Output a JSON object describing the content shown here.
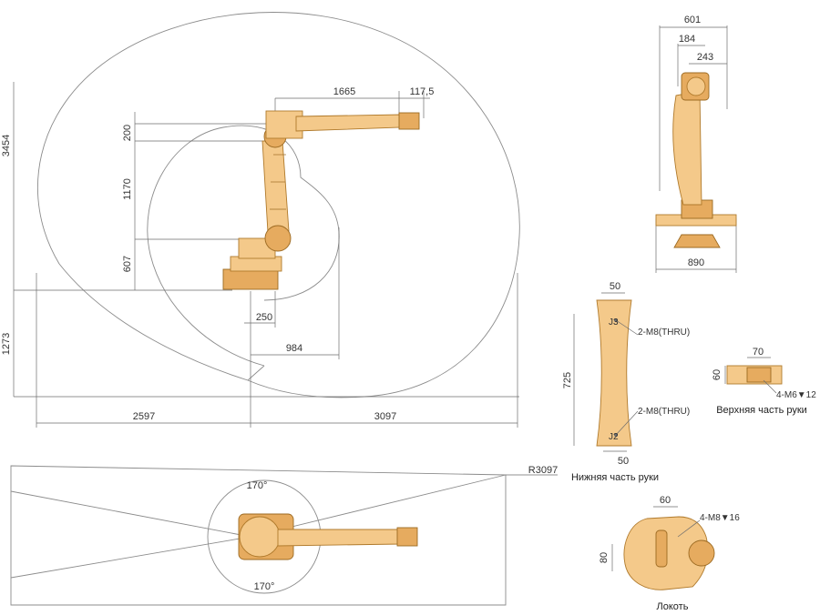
{
  "side_view": {
    "dims": {
      "d1665": "1665",
      "d117_5": "117,5",
      "d200": "200",
      "d1170": "1170",
      "d607": "607",
      "d3454": "3454",
      "d1273": "1273",
      "d250": "250",
      "d984": "984",
      "d2597": "2597",
      "d3097": "3097"
    }
  },
  "rear_view": {
    "dims": {
      "d601": "601",
      "d184": "184",
      "d243": "243",
      "d890": "890"
    }
  },
  "top_view": {
    "radius_label": "R3097",
    "angle_top": "170°",
    "angle_bottom": "170°"
  },
  "lower_arm": {
    "caption": "Нижняя часть руки",
    "dim_top": "50",
    "dim_bottom": "50",
    "dim_height": "725",
    "callout_top": "2-M8(THRU)",
    "callout_bottom": "2-M8(THRU)",
    "label_j3": "J3",
    "label_j2": "J2"
  },
  "upper_arm": {
    "caption": "Верхняя часть руки",
    "dim_width": "70",
    "dim_height": "60",
    "callout": "4-M6▼12"
  },
  "elbow": {
    "caption": "Локоть",
    "dim_width": "60",
    "dim_height": "80",
    "callout": "4-M8▼16"
  }
}
